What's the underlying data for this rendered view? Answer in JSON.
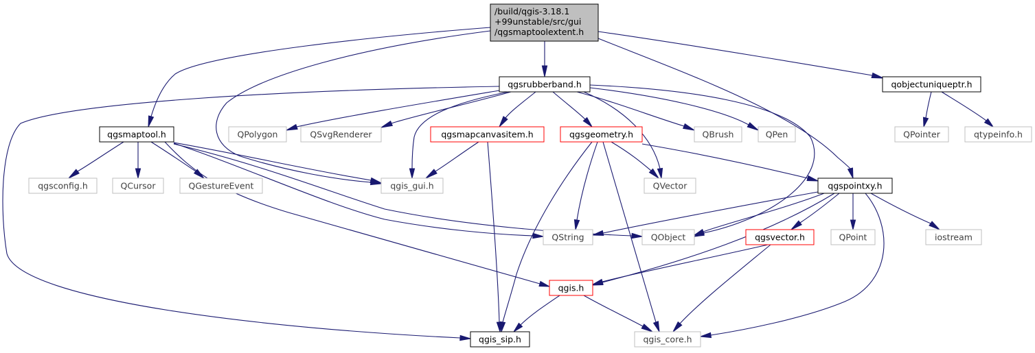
{
  "diagram": {
    "colors": {
      "edge": "#191970",
      "documented_border": "#000000",
      "external_border": "#bfbfbf",
      "truncated_border": "#ff0000",
      "root_fill": "#bfbfbf",
      "node_fill": "#ffffff",
      "text_documented": "#000000",
      "text_external": "#404040"
    },
    "nodes": [
      {
        "id": "root",
        "lines": [
          "/build/qgis-3.18.1",
          "+99unstable/src/gui",
          "/qgsmaptoolextent.h"
        ],
        "style": "root"
      },
      {
        "id": "qgsrubberband",
        "lines": [
          "qgsrubberband.h"
        ],
        "style": "documented"
      },
      {
        "id": "qobjectuniqueptr",
        "lines": [
          "qobjectuniqueptr.h"
        ],
        "style": "documented"
      },
      {
        "id": "qgsmaptool",
        "lines": [
          "qgsmaptool.h"
        ],
        "style": "documented"
      },
      {
        "id": "QPolygon",
        "lines": [
          "QPolygon"
        ],
        "style": "external"
      },
      {
        "id": "QSvgRenderer",
        "lines": [
          "QSvgRenderer"
        ],
        "style": "external"
      },
      {
        "id": "qgsmapcanvasitem",
        "lines": [
          "qgsmapcanvasitem.h"
        ],
        "style": "truncated"
      },
      {
        "id": "qgsgeometry",
        "lines": [
          "qgsgeometry.h"
        ],
        "style": "truncated"
      },
      {
        "id": "QBrush",
        "lines": [
          "QBrush"
        ],
        "style": "external"
      },
      {
        "id": "QPen",
        "lines": [
          "QPen"
        ],
        "style": "external"
      },
      {
        "id": "QPointer",
        "lines": [
          "QPointer"
        ],
        "style": "external"
      },
      {
        "id": "qtypeinfo",
        "lines": [
          "qtypeinfo.h"
        ],
        "style": "external"
      },
      {
        "id": "qgsconfig",
        "lines": [
          "qgsconfig.h"
        ],
        "style": "external"
      },
      {
        "id": "QCursor",
        "lines": [
          "QCursor"
        ],
        "style": "external"
      },
      {
        "id": "QGestureEvent",
        "lines": [
          "QGestureEvent"
        ],
        "style": "external"
      },
      {
        "id": "qgis_gui",
        "lines": [
          "qgis_gui.h"
        ],
        "style": "external"
      },
      {
        "id": "QVector",
        "lines": [
          "QVector"
        ],
        "style": "external"
      },
      {
        "id": "qgspointxy",
        "lines": [
          "qgspointxy.h"
        ],
        "style": "documented"
      },
      {
        "id": "QString",
        "lines": [
          "QString"
        ],
        "style": "external"
      },
      {
        "id": "QObject",
        "lines": [
          "QObject"
        ],
        "style": "external"
      },
      {
        "id": "qgsvector",
        "lines": [
          "qgsvector.h"
        ],
        "style": "truncated"
      },
      {
        "id": "QPoint",
        "lines": [
          "QPoint"
        ],
        "style": "external"
      },
      {
        "id": "iostream",
        "lines": [
          "iostream"
        ],
        "style": "external"
      },
      {
        "id": "qgis",
        "lines": [
          "qgis.h"
        ],
        "style": "truncated"
      },
      {
        "id": "qgis_sip",
        "lines": [
          "qgis_sip.h"
        ],
        "style": "documented"
      },
      {
        "id": "qgis_core",
        "lines": [
          "qgis_core.h"
        ],
        "style": "external"
      }
    ],
    "edges": [
      {
        "from": "root",
        "to": "qgsrubberband"
      },
      {
        "from": "root",
        "to": "qobjectuniqueptr"
      },
      {
        "from": "root",
        "to": "qgsmaptool"
      },
      {
        "from": "root",
        "to": "qgis_gui"
      },
      {
        "from": "root",
        "to": "qgspointxy"
      },
      {
        "from": "qgsrubberband",
        "to": "QPolygon"
      },
      {
        "from": "qgsrubberband",
        "to": "QSvgRenderer"
      },
      {
        "from": "qgsrubberband",
        "to": "qgsmapcanvasitem"
      },
      {
        "from": "qgsrubberband",
        "to": "qgsgeometry"
      },
      {
        "from": "qgsrubberband",
        "to": "QBrush"
      },
      {
        "from": "qgsrubberband",
        "to": "QPen"
      },
      {
        "from": "qgsrubberband",
        "to": "qgis_gui"
      },
      {
        "from": "qgsrubberband",
        "to": "QVector"
      },
      {
        "from": "qgsrubberband",
        "to": "QObject"
      },
      {
        "from": "qgsrubberband",
        "to": "qgis_sip"
      },
      {
        "from": "qobjectuniqueptr",
        "to": "QPointer"
      },
      {
        "from": "qobjectuniqueptr",
        "to": "qtypeinfo"
      },
      {
        "from": "qgsmaptool",
        "to": "qgsconfig"
      },
      {
        "from": "qgsmaptool",
        "to": "QCursor"
      },
      {
        "from": "qgsmaptool",
        "to": "QGestureEvent"
      },
      {
        "from": "qgsmaptool",
        "to": "qgis_gui"
      },
      {
        "from": "qgsmaptool",
        "to": "QString"
      },
      {
        "from": "qgsmaptool",
        "to": "QObject"
      },
      {
        "from": "qgsmaptool",
        "to": "qgis"
      },
      {
        "from": "qgsmapcanvasitem",
        "to": "qgis_gui"
      },
      {
        "from": "qgsmapcanvasitem",
        "to": "qgis_sip"
      },
      {
        "from": "qgsgeometry",
        "to": "QVector"
      },
      {
        "from": "qgsgeometry",
        "to": "qgspointxy"
      },
      {
        "from": "qgsgeometry",
        "to": "QString"
      },
      {
        "from": "qgsgeometry",
        "to": "qgis_sip"
      },
      {
        "from": "qgsgeometry",
        "to": "qgis_core"
      },
      {
        "from": "qgspointxy",
        "to": "QString"
      },
      {
        "from": "qgspointxy",
        "to": "QObject"
      },
      {
        "from": "qgspointxy",
        "to": "qgsvector"
      },
      {
        "from": "qgspointxy",
        "to": "QPoint"
      },
      {
        "from": "qgspointxy",
        "to": "iostream"
      },
      {
        "from": "qgspointxy",
        "to": "qgis"
      },
      {
        "from": "qgspointxy",
        "to": "qgis_core"
      },
      {
        "from": "qgsvector",
        "to": "qgis"
      },
      {
        "from": "qgsvector",
        "to": "qgis_core"
      },
      {
        "from": "qgis",
        "to": "qgis_sip"
      },
      {
        "from": "qgis",
        "to": "qgis_core"
      }
    ]
  }
}
